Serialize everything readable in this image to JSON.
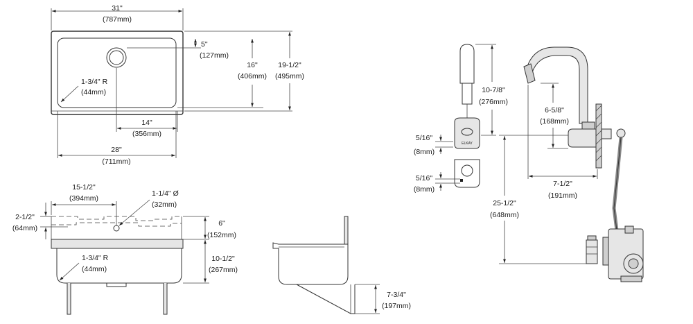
{
  "top_view": {
    "overall_width": {
      "inch": "31\"",
      "mm": "(787mm)"
    },
    "drain_offset": {
      "inch": "5\"",
      "mm": "(127mm)"
    },
    "bowl_depth": {
      "inch": "16\"",
      "mm": "(406mm)"
    },
    "overall_depth": {
      "inch": "19-1/2\"",
      "mm": "(495mm)"
    },
    "corner_radius": {
      "inch": "1-3/4\" R",
      "mm": "(44mm)"
    },
    "drain_to_edge": {
      "inch": "14\"",
      "mm": "(356mm)"
    },
    "bowl_width": {
      "inch": "28\"",
      "mm": "(711mm)"
    }
  },
  "front_view": {
    "drain_position": {
      "inch": "15-1/2\"",
      "mm": "(394mm)"
    },
    "drain_diameter": {
      "inch": "1-1/4\" Ø",
      "mm": "(32mm)"
    },
    "deck_height": {
      "inch": "2-1/2\"",
      "mm": "(64mm)"
    },
    "backsplash_height": {
      "inch": "6\"",
      "mm": "(152mm)"
    },
    "bowl_height": {
      "inch": "10-1/2\"",
      "mm": "(267mm)"
    },
    "corner_radius": {
      "inch": "1-3/4\" R",
      "mm": "(44mm)"
    }
  },
  "side_view": {
    "bracket_height": {
      "inch": "7-3/4\"",
      "mm": "(197mm)"
    }
  },
  "faucet_front": {
    "spout_height": {
      "inch": "10-7/8\"",
      "mm": "(276mm)"
    },
    "sensor_offset": {
      "inch": "5/16\"",
      "mm": "(8mm)"
    },
    "plate_offset": {
      "inch": "5/16\"",
      "mm": "(8mm)"
    },
    "brand_mark": "ELKAY"
  },
  "faucet_side": {
    "spout_clearance": {
      "inch": "6-5/8\"",
      "mm": "(168mm)"
    },
    "spout_reach": {
      "inch": "7-1/2\"",
      "mm": "(191mm)"
    },
    "mount_height": {
      "inch": "25-1/2\"",
      "mm": "(648mm)"
    }
  }
}
